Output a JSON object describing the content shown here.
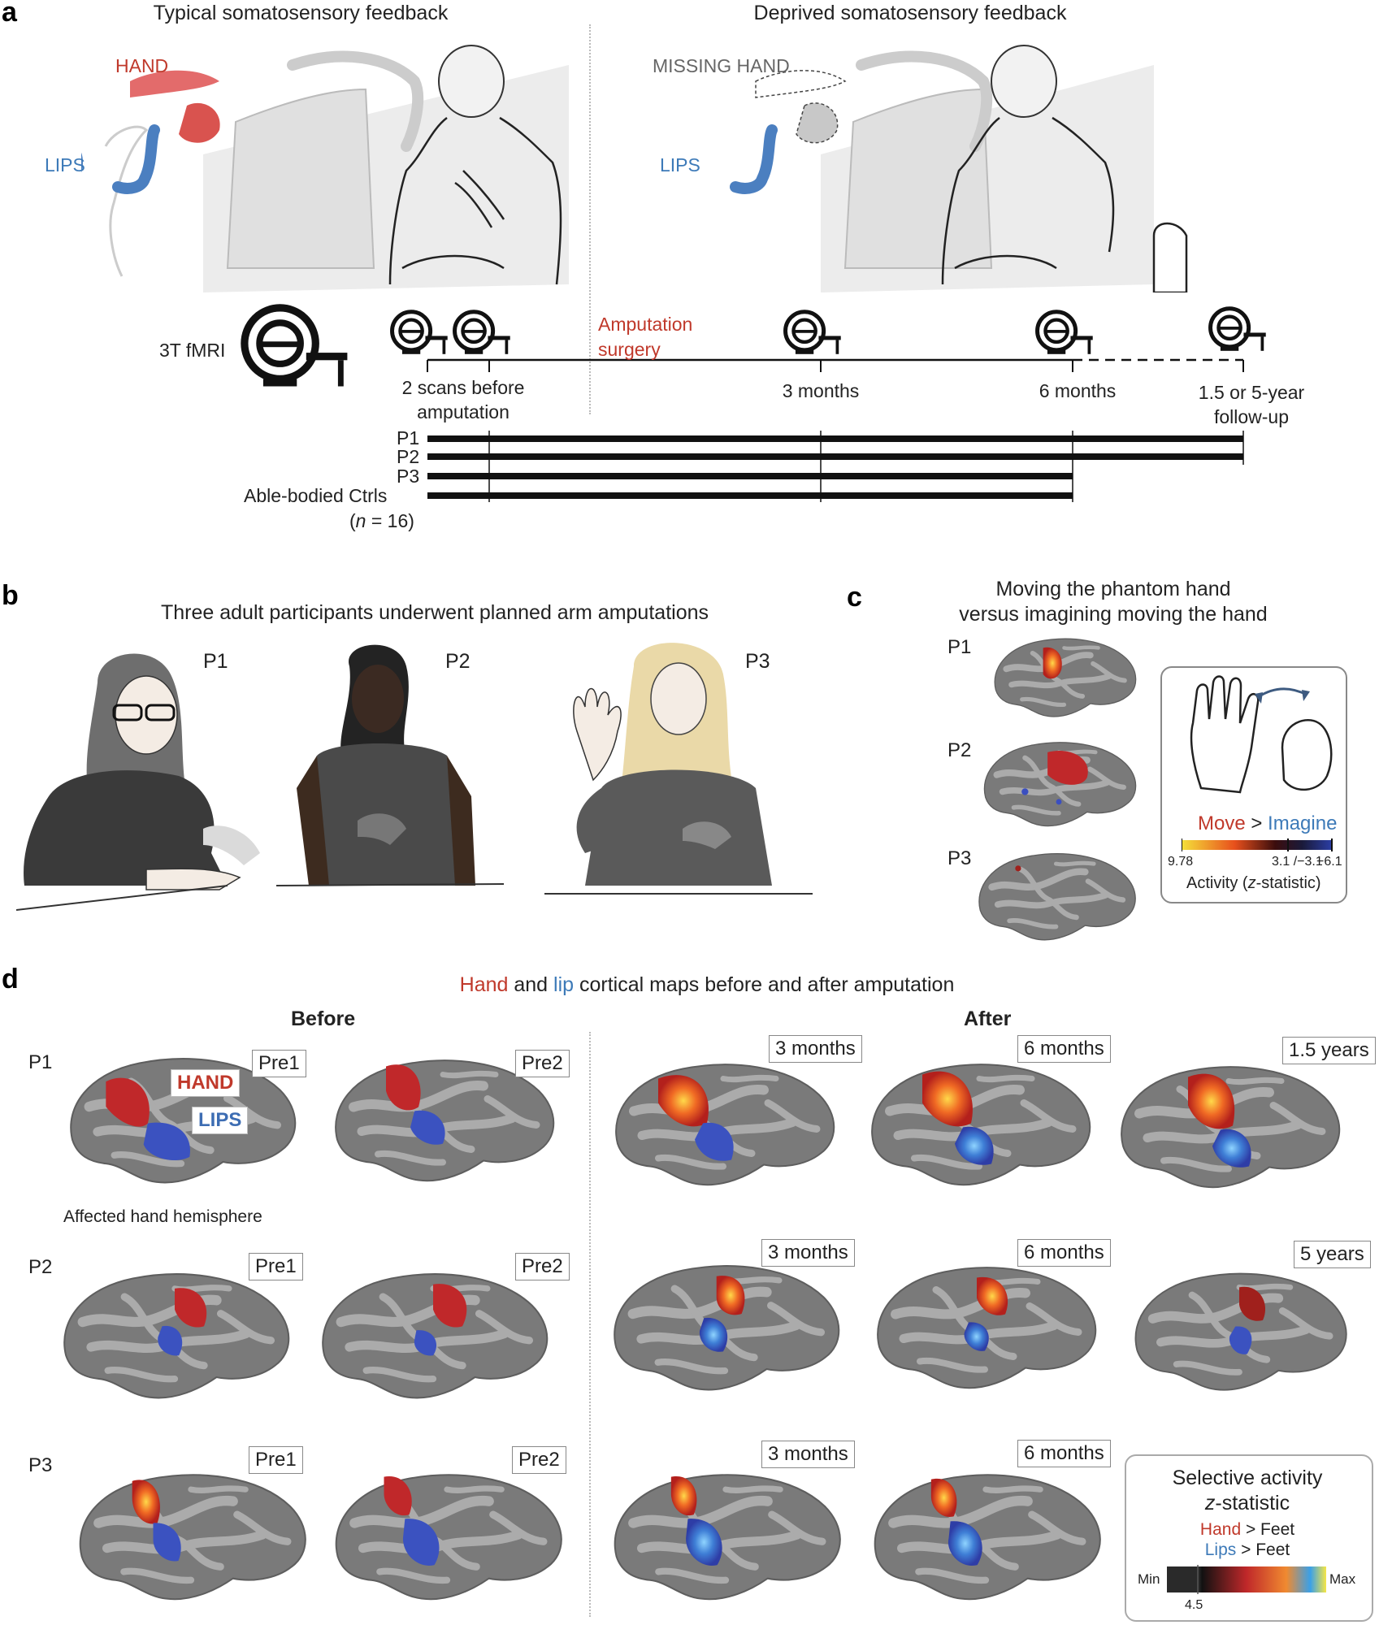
{
  "panel_labels": {
    "a": "a",
    "b": "b",
    "c": "c",
    "d": "d"
  },
  "a": {
    "left_title": "Typical somatosensory feedback",
    "right_title": "Deprived somatosensory feedback",
    "hand_label": "HAND",
    "lips_label": "LIPS",
    "missing_hand_label": "MISSING HAND",
    "lips_label_right": "LIPS",
    "scanner_label": "3T fMRI",
    "amputation_label_1": "Amputation",
    "amputation_label_2": "surgery",
    "timepoints": {
      "pre_1": "2 scans before",
      "pre_2": "amputation",
      "m3": "3 months",
      "m6": "6 months",
      "fu_1": "1.5 or 5-year",
      "fu_2": "follow-up"
    },
    "rows": [
      "P1",
      "P2",
      "P3",
      "Able-bodied Ctrls"
    ],
    "ctrl_n_prefix": "(",
    "ctrl_n_var": "n",
    "ctrl_n_suffix": " = 16)"
  },
  "b": {
    "title": "Three adult participants underwent planned arm amputations",
    "participants": [
      "P1",
      "P2",
      "P3"
    ]
  },
  "c": {
    "title_1": "Moving the phantom hand",
    "title_2": "versus imagining moving the hand",
    "rows": [
      "P1",
      "P2",
      "P3"
    ],
    "legend_move": "Move",
    "legend_gt": ">",
    "legend_imagine": "Imagine",
    "tick_max": "9.78",
    "tick_mid": "3.1 /−3.1",
    "tick_min": "−6.1",
    "axis_prefix": "Activity (",
    "axis_var": "z",
    "axis_suffix": "-statistic)"
  },
  "d": {
    "title_hand": "Hand",
    "title_and": " and ",
    "title_lip": "lip",
    "title_rest": " cortical maps before and after amputation",
    "before": "Before",
    "after": "After",
    "hand_tag": "HAND",
    "lips_tag": "LIPS",
    "hemisphere_note": "Affected hand hemisphere",
    "rows": [
      {
        "id": "P1",
        "tags": [
          "Pre1",
          "Pre2",
          "3 months",
          "6 months",
          "1.5 years"
        ]
      },
      {
        "id": "P2",
        "tags": [
          "Pre1",
          "Pre2",
          "3 months",
          "6 months",
          "5 years"
        ]
      },
      {
        "id": "P3",
        "tags": [
          "Pre1",
          "Pre2",
          "3 months",
          "6 months"
        ]
      }
    ],
    "legend": {
      "title_1": "Selective activity",
      "title_var": "z",
      "title_2": "-statistic",
      "hand_line": "Hand",
      "lips_line": "Lips",
      "gt_feet": " > Feet",
      "min": "Min",
      "max": "Max",
      "threshold": "4.5"
    }
  },
  "colors": {
    "hand": "#c0392b",
    "lips": "#3d7ab8",
    "cortex_dark": "#6f6f6f",
    "cortex_light": "#a9a9a9"
  }
}
